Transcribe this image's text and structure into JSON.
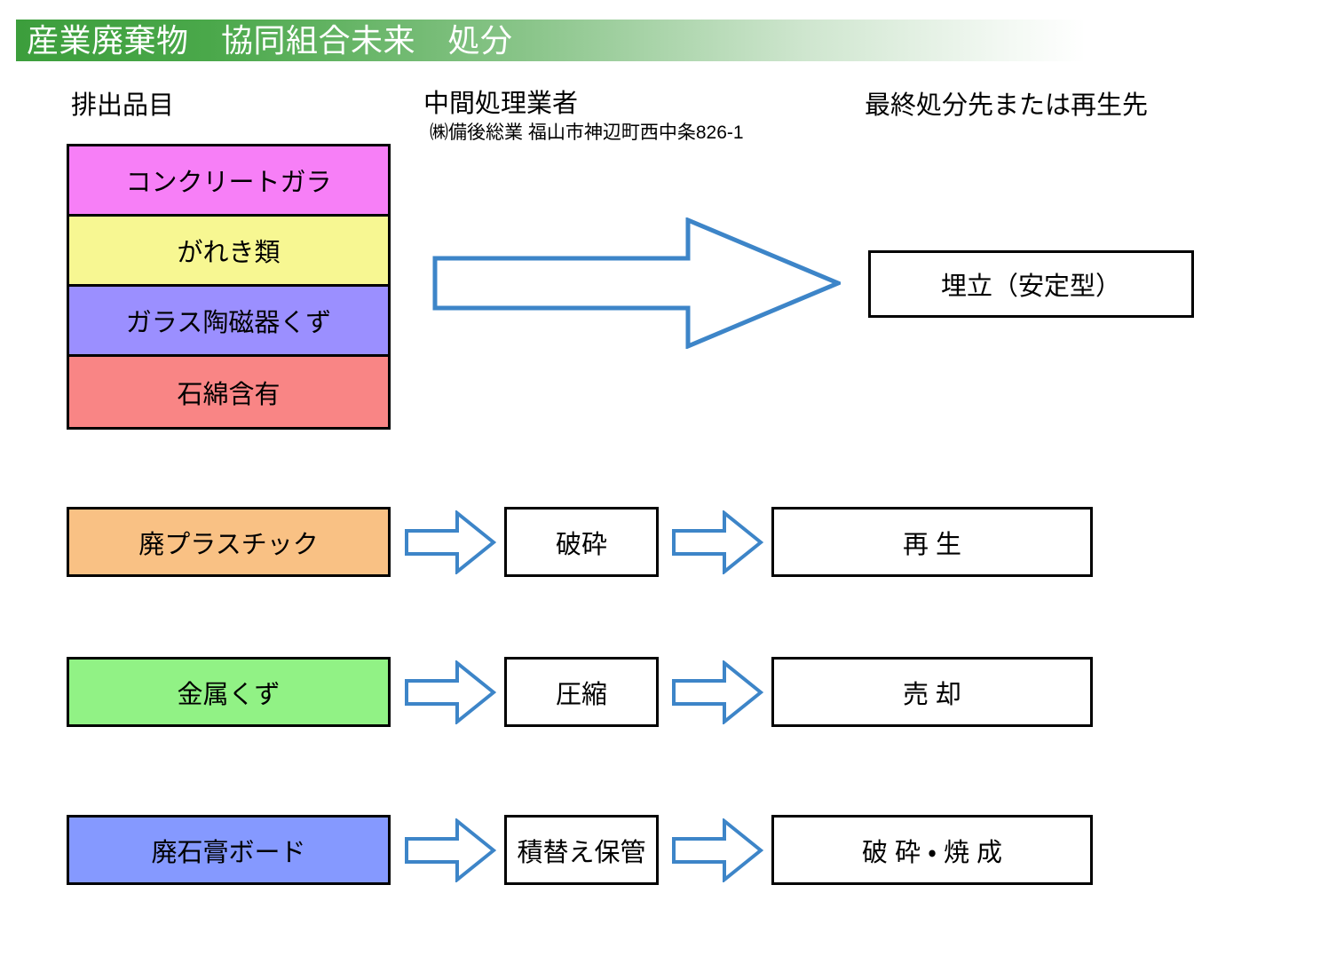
{
  "title": "産業廃棄物　協同組合未来　処分",
  "colors": {
    "header_gradient_start": "#3c9e3c",
    "header_gradient_end": "#ffffff",
    "arrow_stroke": "#3d85c8",
    "box_border": "#000000",
    "concrete": "#f77ff7",
    "rubble": "#f7f792",
    "glass_ceramic": "#9b8fff",
    "asbestos": "#f98585",
    "waste_plastic": "#f9c184",
    "metal_scrap": "#91f285",
    "gypsum_board": "#8599ff"
  },
  "columns": {
    "left_header": "排出品目",
    "mid_header": "中間処理業者",
    "mid_subheader": "㈱備後総業 福山市神辺町西中条826-1",
    "right_header": "最終処分先または再生先"
  },
  "landfill_group": {
    "items": [
      {
        "label": "コンクリートガラ",
        "color": "#f77ff7"
      },
      {
        "label": "がれき類",
        "color": "#f7f792"
      },
      {
        "label": "ガラス陶磁器くず",
        "color": "#9b8fff"
      },
      {
        "label": "石綿含有",
        "color": "#f98585"
      }
    ],
    "arrow": "big-right-arrow",
    "destination": "埋立（安定型）"
  },
  "flow_rows": [
    {
      "source": "廃プラスチック",
      "source_color": "#f9c184",
      "arrow1": "right-arrow",
      "process": "破砕",
      "arrow2": "right-arrow",
      "destination": "再 生"
    },
    {
      "source": "金属くず",
      "source_color": "#91f285",
      "arrow1": "right-arrow",
      "process": "圧縮",
      "arrow2": "right-arrow",
      "destination": "売 却"
    },
    {
      "source": "廃石膏ボード",
      "source_color": "#8599ff",
      "arrow1": "right-arrow",
      "process": "積替え保管",
      "arrow2": "right-arrow",
      "destination": "破 砕 ・ 焼 成"
    }
  ]
}
